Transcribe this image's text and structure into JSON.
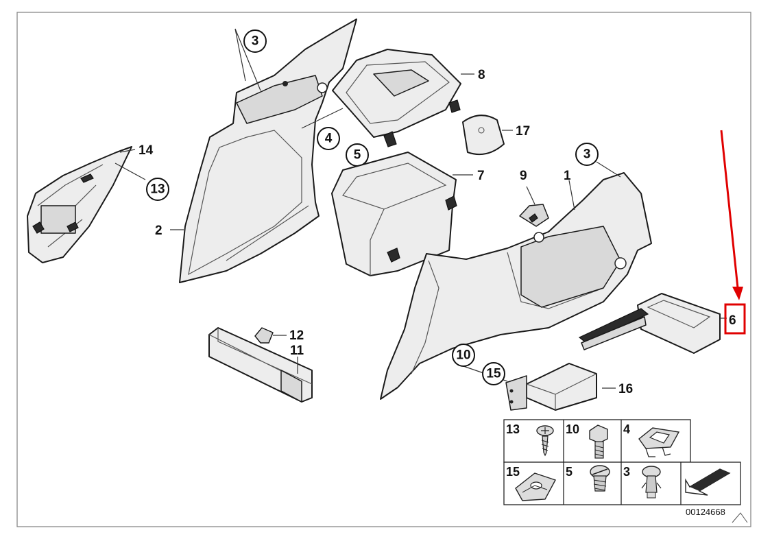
{
  "labels": {
    "p1": "1",
    "p2": "2",
    "p3a": "3",
    "p3b": "3",
    "p4": "4",
    "p5": "5",
    "p6": "6",
    "p7": "7",
    "p8": "8",
    "p9": "9",
    "p10": "10",
    "p11": "11",
    "p12": "12",
    "p13": "13",
    "p14": "14",
    "p15": "15",
    "p16": "16",
    "p17": "17"
  },
  "fastener_table": {
    "row1": [
      "13",
      "10",
      "4"
    ],
    "row2": [
      "15",
      "5",
      "3"
    ]
  },
  "diagram_code": "00124668",
  "colors": {
    "highlight": "#e00000"
  }
}
